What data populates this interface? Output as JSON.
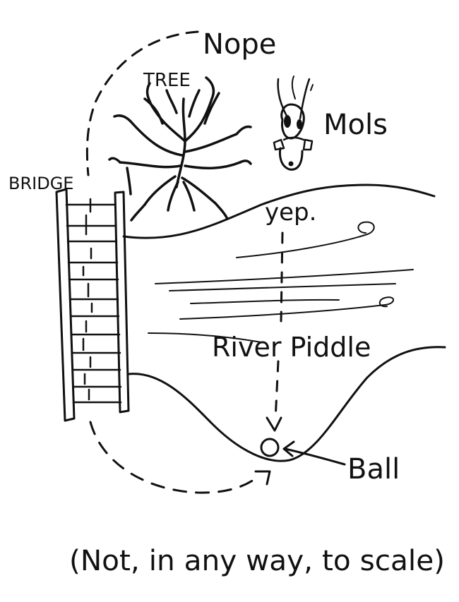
{
  "labels": {
    "nope": "Nope",
    "tree": "TREE",
    "mols": "Mols",
    "bridge": "BRIDGE",
    "yep": "yep.",
    "river": "River Piddle",
    "ball": "Ball",
    "footnote": "(Not, in any way, to scale)"
  },
  "colors": {
    "ink": "#111111",
    "background": "#ffffff"
  },
  "icons": [
    "tree-icon",
    "dog-icon",
    "bridge-icon",
    "ball-icon"
  ]
}
